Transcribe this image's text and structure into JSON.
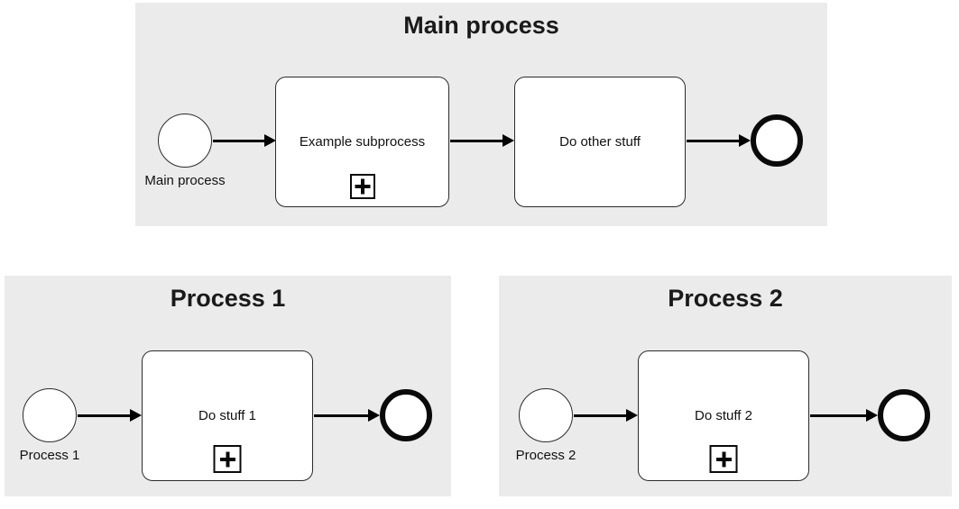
{
  "colors": {
    "page_background": "#ffffff",
    "panel_background": "#ebebeb",
    "shape_fill": "#ffffff",
    "stroke": "#000000",
    "text": "#111111"
  },
  "icons": {
    "subprocess_marker": "plus-square"
  },
  "panels": {
    "main": {
      "title": "Main process",
      "start_event": {
        "label": "Main process"
      },
      "tasks": [
        {
          "label": "Example subprocess",
          "type": "subprocess"
        },
        {
          "label": "Do other stuff",
          "type": "task"
        }
      ]
    },
    "process1": {
      "title": "Process 1",
      "start_event": {
        "label": "Process 1"
      },
      "tasks": [
        {
          "label": "Do stuff 1",
          "type": "subprocess"
        }
      ]
    },
    "process2": {
      "title": "Process 2",
      "start_event": {
        "label": "Process 2"
      },
      "tasks": [
        {
          "label": "Do stuff 2",
          "type": "subprocess"
        }
      ]
    }
  }
}
